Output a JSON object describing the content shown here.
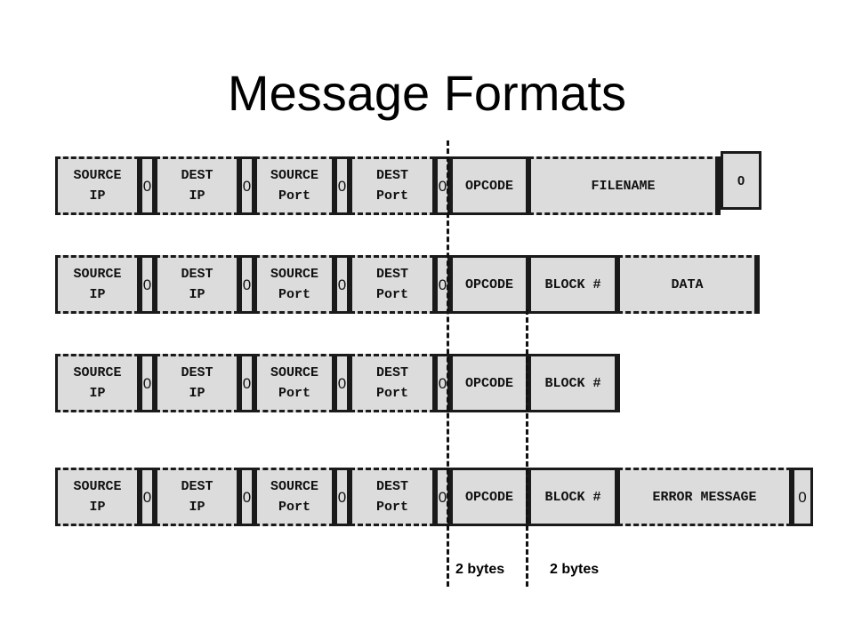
{
  "title": "Message Formats",
  "common": {
    "source_ip": "SOURCE\nIP",
    "dest_ip": "DEST\nIP",
    "source_port": "SOURCE\nPort",
    "dest_port": "DEST\nPort",
    "zero": "0",
    "opcode": "OPCODE"
  },
  "rows": [
    {
      "fields": [
        "FILENAME"
      ],
      "trailer": "0"
    },
    {
      "fields": [
        "BLOCK #",
        "DATA"
      ]
    },
    {
      "fields": [
        "BLOCK #"
      ]
    },
    {
      "fields": [
        "BLOCK #",
        "ERROR MESSAGE"
      ],
      "trailer": "0"
    }
  ],
  "annotations": {
    "bytes_left": "2 bytes",
    "bytes_right": "2 bytes"
  }
}
